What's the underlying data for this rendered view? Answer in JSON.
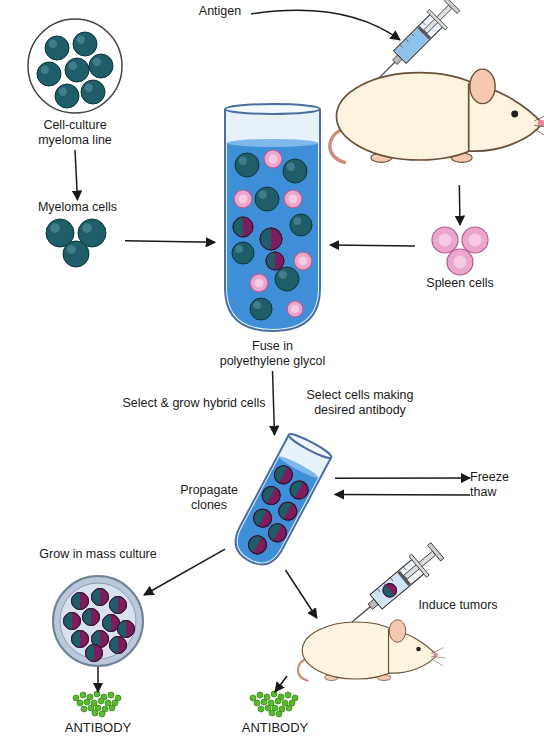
{
  "diagram": {
    "nodes": [
      {
        "text": [
          "Cell-culture myeloma line"
        ]
      },
      {
        "text": [
          "Antigen"
        ]
      },
      {
        "text": [
          "Myeloma cells"
        ]
      },
      {
        "text": [
          "Spleen cells"
        ]
      },
      {
        "text": [
          "Fuse in polyethylene glycol"
        ]
      },
      {
        "text": [
          "Propagate clones"
        ]
      },
      {
        "text": [
          "Freeze thaw"
        ]
      },
      {
        "text": [
          "Grow in mass culture"
        ]
      },
      {
        "text": [
          "Induce tumors"
        ]
      },
      {
        "text": [
          "ANTIBODY"
        ]
      },
      {
        "text": [
          "ANTIBODY"
        ]
      }
    ],
    "edges": [
      {
        "from": 0,
        "to": 2,
        "arrow": "to"
      },
      {
        "from": 1,
        "to": 3,
        "arrow": "to"
      },
      {
        "from": 2,
        "to": 4,
        "arrow": "to"
      },
      {
        "from": 3,
        "to": 4,
        "arrow": "to"
      },
      {
        "from": 4,
        "to": 5,
        "label": "Select & grow hybrid cells",
        "arrow": "to"
      },
      {
        "from": 5,
        "to": 6,
        "arrow": "to"
      },
      {
        "from": 6,
        "to": 5,
        "arrow": "to"
      },
      {
        "from": 5,
        "to": 7,
        "arrow": "to"
      },
      {
        "from": 5,
        "to": 8,
        "arrow": "to"
      },
      {
        "from": 7,
        "to": 9,
        "arrow": "to"
      },
      {
        "from": 8,
        "to": 10,
        "arrow": "to"
      }
    ],
    "labels": [
      "Select cells making desired antibody"
    ]
  }
}
